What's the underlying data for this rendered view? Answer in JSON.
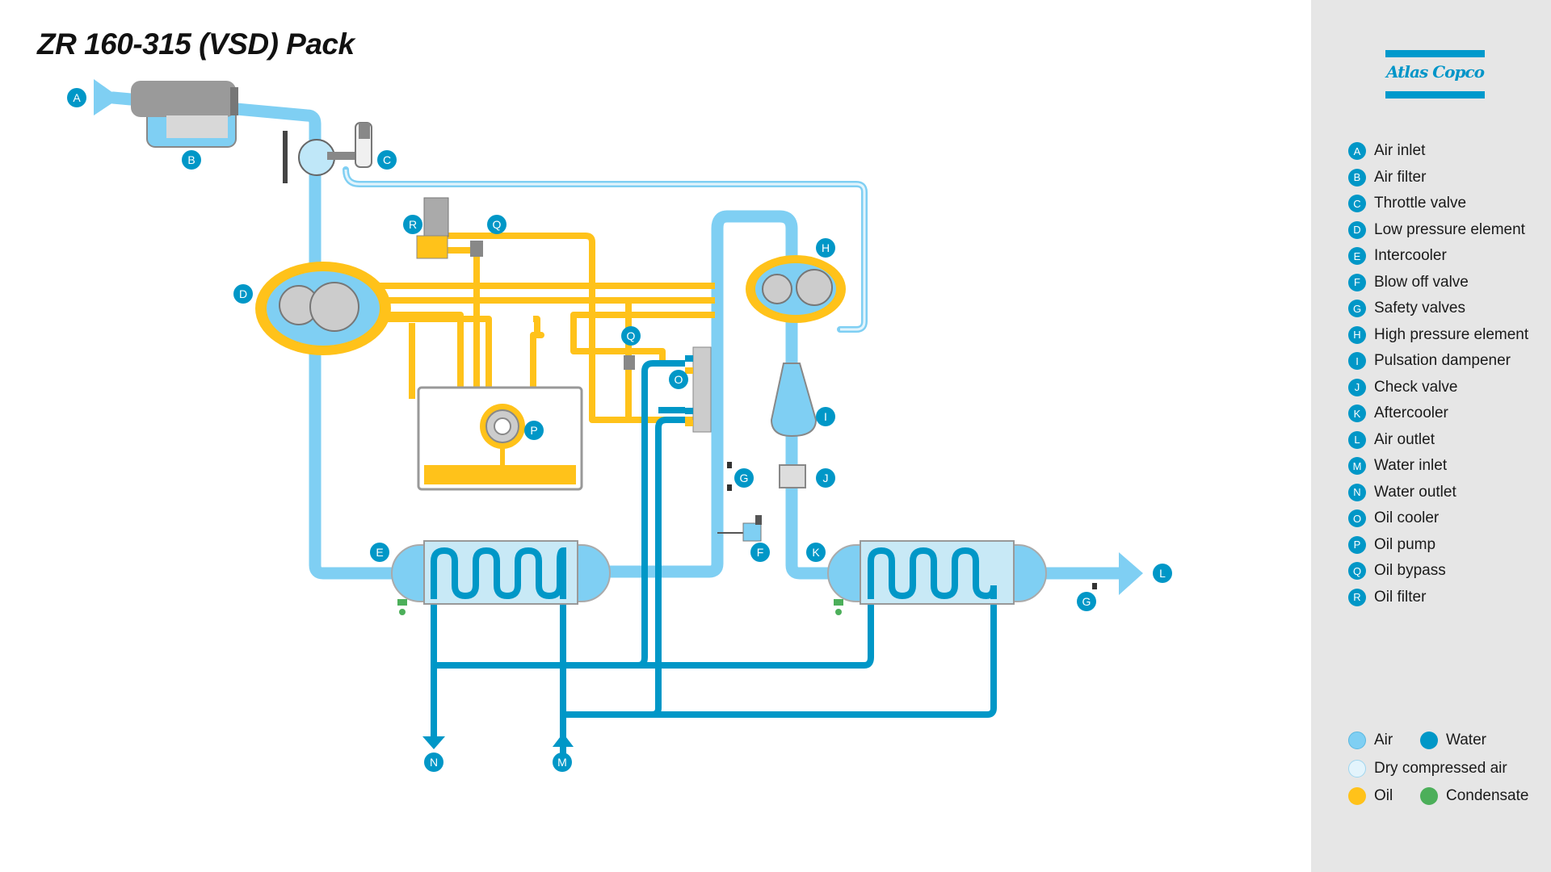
{
  "title": "ZR 160-315 (VSD) Pack",
  "logo": {
    "text": "Atlas Copco",
    "color": "#0099cc"
  },
  "legend": [
    {
      "letter": "A",
      "label": "Air inlet"
    },
    {
      "letter": "B",
      "label": "Air filter"
    },
    {
      "letter": "C",
      "label": "Throttle valve"
    },
    {
      "letter": "D",
      "label": "Low pressure element"
    },
    {
      "letter": "E",
      "label": "Intercooler"
    },
    {
      "letter": "F",
      "label": "Blow off valve"
    },
    {
      "letter": "G",
      "label": "Safety valves"
    },
    {
      "letter": "H",
      "label": "High pressure element"
    },
    {
      "letter": "I",
      "label": "Pulsation dampener"
    },
    {
      "letter": "J",
      "label": "Check valve"
    },
    {
      "letter": "K",
      "label": "Aftercooler"
    },
    {
      "letter": "L",
      "label": "Air outlet"
    },
    {
      "letter": "M",
      "label": "Water inlet"
    },
    {
      "letter": "N",
      "label": "Water outlet"
    },
    {
      "letter": "O",
      "label": "Oil cooler"
    },
    {
      "letter": "P",
      "label": "Oil pump"
    },
    {
      "letter": "Q",
      "label": "Oil bypass"
    },
    {
      "letter": "R",
      "label": "Oil filter"
    }
  ],
  "key": [
    {
      "label": "Air",
      "color": "#7fcff3"
    },
    {
      "label": "Water",
      "color": "#0097c7"
    },
    {
      "label": "Dry compressed air",
      "color": "#e3f4fc"
    },
    {
      "label": "Oil",
      "color": "#ffc21a"
    },
    {
      "label": "Condensate",
      "color": "#4caf5a"
    }
  ],
  "colors": {
    "air": "#7fcff3",
    "water": "#0097c7",
    "oil": "#ffc21a",
    "badge": "#0097c7",
    "sidebar": "#e6e6e6"
  },
  "diagram_labels": [
    "A",
    "B",
    "C",
    "D",
    "E",
    "F",
    "G",
    "G",
    "H",
    "I",
    "J",
    "K",
    "L",
    "M",
    "N",
    "O",
    "P",
    "Q",
    "Q",
    "R"
  ]
}
